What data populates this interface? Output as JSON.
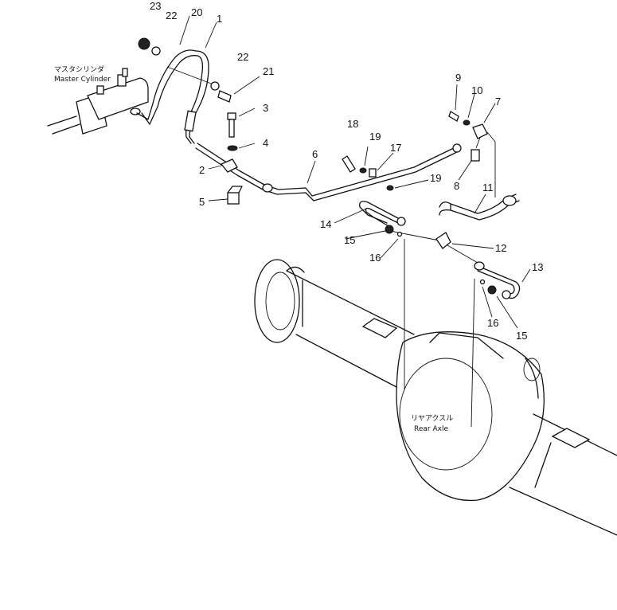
{
  "parts": [
    {
      "id": "p1",
      "number": "1"
    },
    {
      "id": "p2",
      "number": "2"
    },
    {
      "id": "p3",
      "number": "3"
    },
    {
      "id": "p4",
      "number": "4"
    },
    {
      "id": "p5",
      "number": "5"
    },
    {
      "id": "p6",
      "number": "6"
    },
    {
      "id": "p7",
      "number": "7"
    },
    {
      "id": "p8",
      "number": "8"
    },
    {
      "id": "p9",
      "number": "9"
    },
    {
      "id": "p10",
      "number": "10"
    },
    {
      "id": "p11",
      "number": "11"
    },
    {
      "id": "p12",
      "number": "12"
    },
    {
      "id": "p13",
      "number": "13"
    },
    {
      "id": "p14",
      "number": "14"
    },
    {
      "id": "p15a",
      "number": "15"
    },
    {
      "id": "p15b",
      "number": "15"
    },
    {
      "id": "p16a",
      "number": "16"
    },
    {
      "id": "p16b",
      "number": "16"
    },
    {
      "id": "p17",
      "number": "17"
    },
    {
      "id": "p18",
      "number": "18"
    },
    {
      "id": "p19a",
      "number": "19"
    },
    {
      "id": "p19b",
      "number": "19"
    },
    {
      "id": "p20",
      "number": "20"
    },
    {
      "id": "p21",
      "number": "21"
    },
    {
      "id": "p22a",
      "number": "22"
    },
    {
      "id": "p22b",
      "number": "22"
    },
    {
      "id": "p23",
      "number": "23"
    }
  ],
  "captions": {
    "master_cylinder_jp": "マスタシリンダ",
    "master_cylinder_en": "Master Cylinder",
    "rear_axle_jp": "リヤアクスル",
    "rear_axle_en": "Rear Axle"
  }
}
